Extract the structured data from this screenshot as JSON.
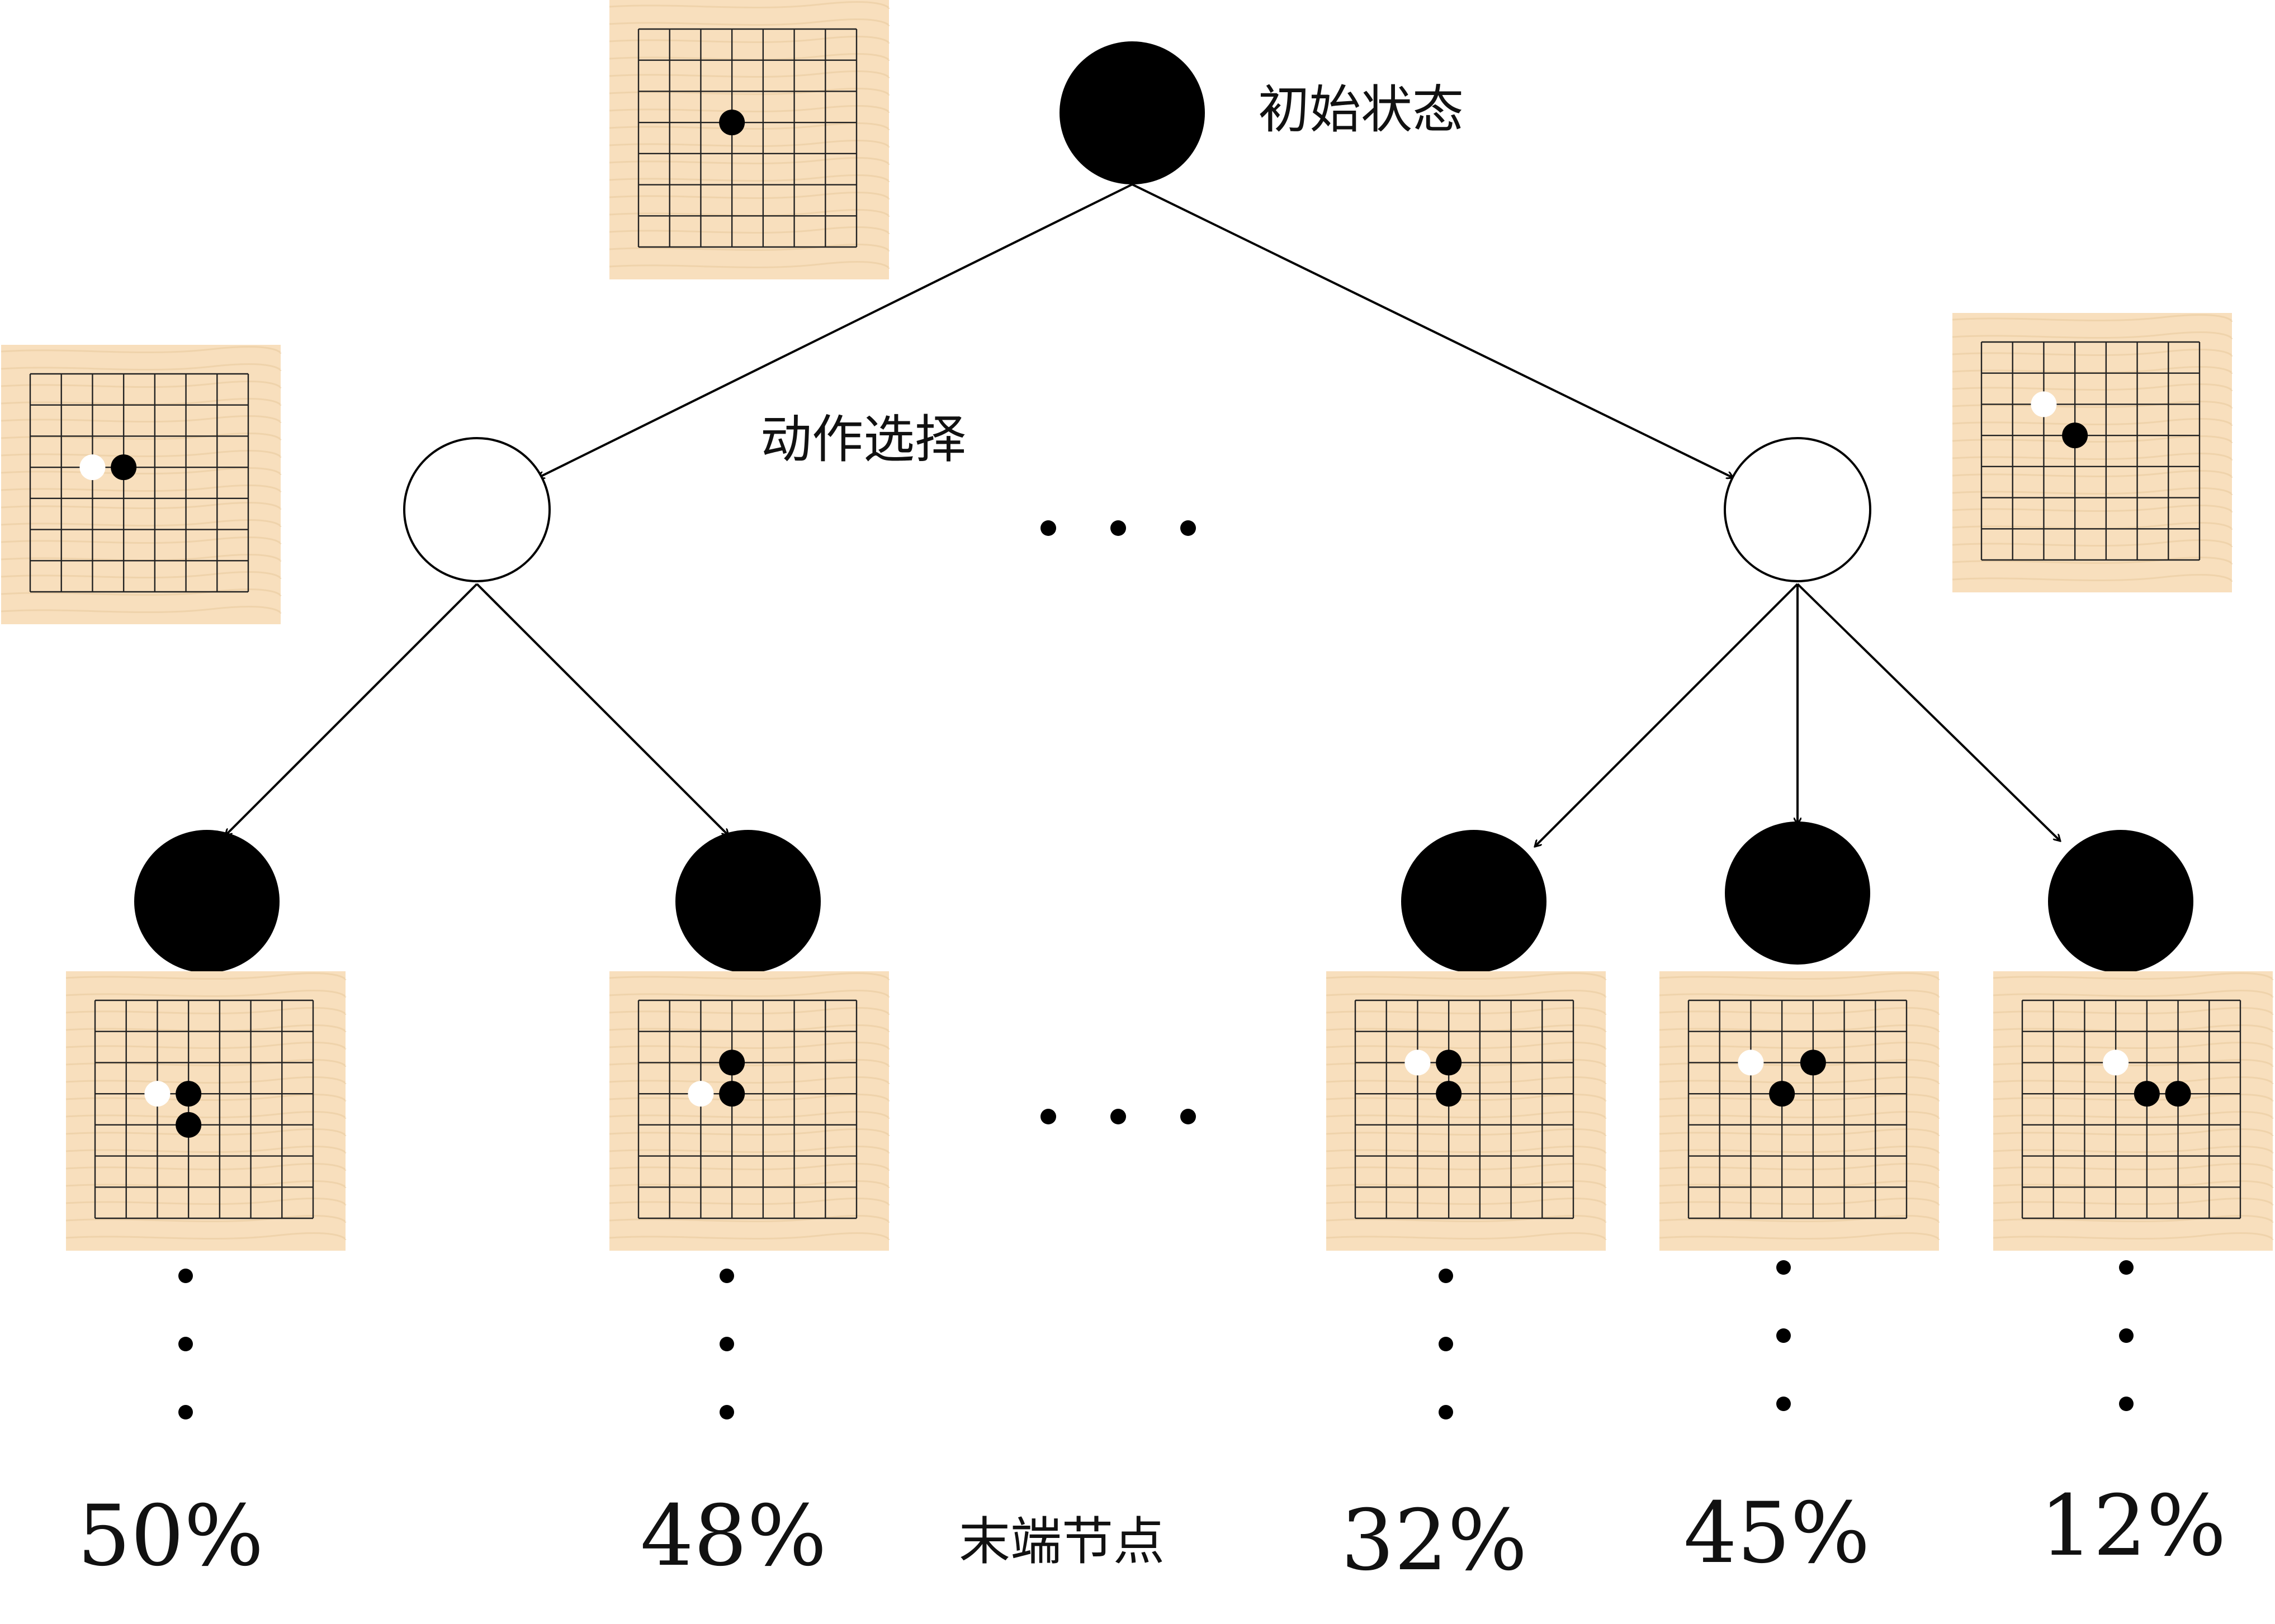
{
  "labels": {
    "initial_state": "初始状态",
    "action_selection": "动作选择",
    "terminal_nodes": "末端节点"
  },
  "colors": {
    "board_bg": "#f8dfbd",
    "grain": "#e8c89c",
    "grid": "#222222",
    "black_node": "#000000",
    "white_node": "#ffffff",
    "edge": "#000000"
  },
  "tree": {
    "root": {
      "id": "root",
      "color": "black",
      "board": "board-root"
    },
    "level1": [
      {
        "id": "n-left",
        "color": "white",
        "board": "board-l1-left"
      },
      {
        "id": "n-right",
        "color": "white",
        "board": "board-l1-right"
      }
    ],
    "level2": [
      {
        "id": "leaf-1",
        "color": "black",
        "board": "board-leaf-1",
        "win_rate": "50%"
      },
      {
        "id": "leaf-2",
        "color": "black",
        "board": "board-leaf-2",
        "win_rate": "48%"
      },
      {
        "id": "leaf-3",
        "color": "black",
        "board": "board-leaf-3",
        "win_rate": "32%"
      },
      {
        "id": "leaf-4",
        "color": "black",
        "board": "board-leaf-4",
        "win_rate": "45%"
      },
      {
        "id": "leaf-5",
        "color": "black",
        "board": "board-leaf-5",
        "win_rate": "12%"
      }
    ]
  },
  "boards": {
    "board-root": {
      "stones": [
        {
          "c": "black",
          "col": 3,
          "row": 3
        }
      ]
    },
    "board-l1-left": {
      "stones": [
        {
          "c": "white",
          "col": 2,
          "row": 3
        },
        {
          "c": "black",
          "col": 3,
          "row": 3
        }
      ]
    },
    "board-l1-right": {
      "stones": [
        {
          "c": "white",
          "col": 2,
          "row": 2
        },
        {
          "c": "black",
          "col": 3,
          "row": 3
        }
      ]
    },
    "board-leaf-1": {
      "stones": [
        {
          "c": "white",
          "col": 2,
          "row": 3
        },
        {
          "c": "black",
          "col": 3,
          "row": 3
        },
        {
          "c": "black",
          "col": 3,
          "row": 4
        }
      ]
    },
    "board-leaf-2": {
      "stones": [
        {
          "c": "white",
          "col": 2,
          "row": 3
        },
        {
          "c": "black",
          "col": 3,
          "row": 3
        },
        {
          "c": "black",
          "col": 3,
          "row": 2
        }
      ]
    },
    "board-leaf-3": {
      "stones": [
        {
          "c": "white",
          "col": 2,
          "row": 2
        },
        {
          "c": "black",
          "col": 3,
          "row": 2
        },
        {
          "c": "black",
          "col": 3,
          "row": 3
        }
      ]
    },
    "board-leaf-4": {
      "stones": [
        {
          "c": "white",
          "col": 2,
          "row": 2
        },
        {
          "c": "black",
          "col": 3,
          "row": 3
        },
        {
          "c": "black",
          "col": 4,
          "row": 2
        }
      ]
    },
    "board-leaf-5": {
      "stones": [
        {
          "c": "white",
          "col": 3,
          "row": 2
        },
        {
          "c": "black",
          "col": 4,
          "row": 3
        },
        {
          "c": "black",
          "col": 5,
          "row": 3
        }
      ]
    }
  }
}
